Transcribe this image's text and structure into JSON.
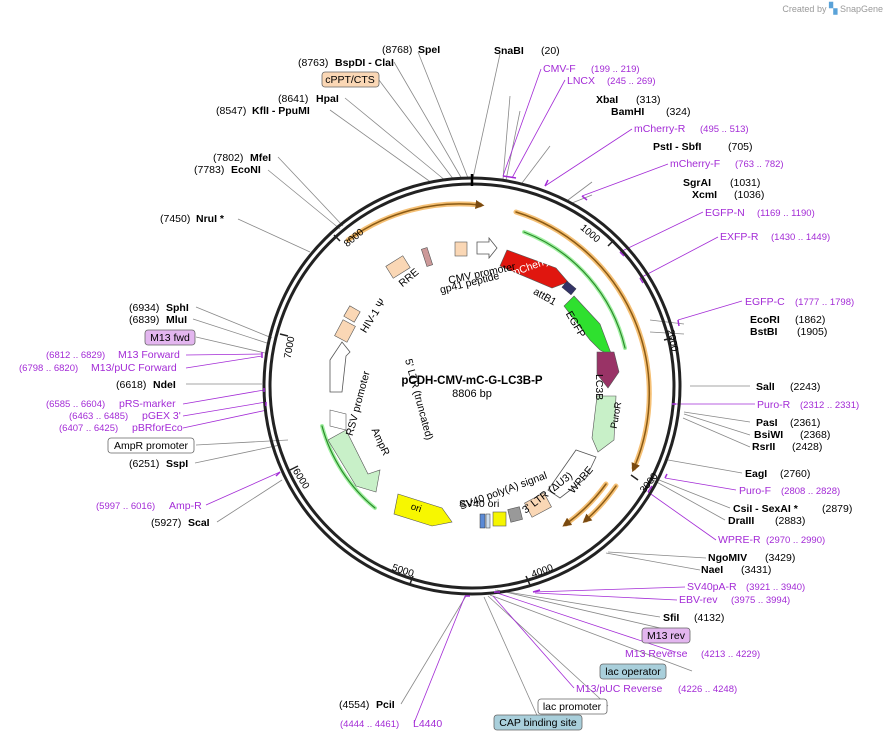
{
  "branding": {
    "created_by": "Created by",
    "app": "SnapGene"
  },
  "map": {
    "name": "pCDH-CMV-mC-G-LC3B-P",
    "length": "8806 bp",
    "ticks": [
      "1000",
      "2000",
      "3000",
      "4000",
      "5000",
      "6000",
      "7000",
      "8000"
    ]
  },
  "sites_right": [
    {
      "n": "SnaBI",
      "p": "(20)"
    },
    {
      "n": "XbaI",
      "p": "(313)"
    },
    {
      "n": "BamHI",
      "p": "(324)"
    },
    {
      "n": "PstI  -  SbfI",
      "p": "(705)"
    },
    {
      "n": "SgrAI",
      "p": "(1031)"
    },
    {
      "n": "XcmI",
      "p": "(1036)"
    },
    {
      "n": "EcoRI",
      "p": "(1862)"
    },
    {
      "n": "BstBI",
      "p": "(1905)"
    },
    {
      "n": "SalI",
      "p": "(2243)"
    },
    {
      "n": "PasI",
      "p": "(2361)"
    },
    {
      "n": "BsiWI",
      "p": "(2368)"
    },
    {
      "n": "RsrII",
      "p": "(2428)"
    },
    {
      "n": "EagI",
      "p": "(2760)"
    },
    {
      "n": "CsiI  -  SexAI *",
      "p": "(2879)"
    },
    {
      "n": "DraIII",
      "p": "(2883)"
    },
    {
      "n": "NgoMIV",
      "p": "(3429)"
    },
    {
      "n": "NaeI",
      "p": "(3431)"
    },
    {
      "n": "SfiI",
      "p": "(4132)"
    }
  ],
  "sites_left": [
    {
      "n": "SpeI",
      "p": "(8768)"
    },
    {
      "n": "BspDI  -  ClaI",
      "p": "(8763)"
    },
    {
      "n": "HpaI",
      "p": "(8641)"
    },
    {
      "n": "KflI  -  PpuMI",
      "p": "(8547)"
    },
    {
      "n": "MfeI",
      "p": "(7802)"
    },
    {
      "n": "EcoNI",
      "p": "(7783)"
    },
    {
      "n": "NruI *",
      "p": "(7450)"
    },
    {
      "n": "SphI",
      "p": "(6934)"
    },
    {
      "n": "MluI",
      "p": "(6839)"
    },
    {
      "n": "NdeI",
      "p": "(6618)"
    },
    {
      "n": "SspI",
      "p": "(6251)"
    },
    {
      "n": "ScaI",
      "p": "(5927)"
    },
    {
      "n": "PciI",
      "p": "(4554)"
    }
  ],
  "primers_right": [
    {
      "n": "CMV-F",
      "p": "(199 .. 219)"
    },
    {
      "n": "LNCX",
      "p": "(245 .. 269)"
    },
    {
      "n": "mCherry-R",
      "p": "(495 .. 513)"
    },
    {
      "n": "mCherry-F",
      "p": "(763 .. 782)"
    },
    {
      "n": "EGFP-N",
      "p": "(1169 .. 1190)"
    },
    {
      "n": "EXFP-R",
      "p": "(1430 .. 1449)"
    },
    {
      "n": "EGFP-C",
      "p": "(1777 .. 1798)"
    },
    {
      "n": "Puro-R",
      "p": "(2312 .. 2331)"
    },
    {
      "n": "Puro-F",
      "p": "(2808 .. 2828)"
    },
    {
      "n": "WPRE-R",
      "p": "(2970 .. 2990)"
    },
    {
      "n": "SV40pA-R",
      "p": "(3921 .. 3940)"
    },
    {
      "n": "EBV-rev",
      "p": "(3975 .. 3994)"
    },
    {
      "n": "M13 Reverse",
      "p": "(4213 .. 4229)"
    },
    {
      "n": "M13/pUC Reverse",
      "p": "(4226 .. 4248)"
    }
  ],
  "primers_left": [
    {
      "n": "M13 Forward",
      "p": "(6812 .. 6829)"
    },
    {
      "n": "M13/pUC Forward",
      "p": "(6798 .. 6820)"
    },
    {
      "n": "pRS-marker",
      "p": "(6585 .. 6604)"
    },
    {
      "n": "pGEX 3'",
      "p": "(6463 .. 6485)"
    },
    {
      "n": "pBRforEco",
      "p": "(6407 .. 6425)"
    },
    {
      "n": "Amp-R",
      "p": "(5997 .. 6016)"
    },
    {
      "n": "L4440",
      "p": "(4444 .. 4461)"
    }
  ],
  "boxed_labels": {
    "cppt": "cPPT/CTS",
    "m13fwd": "M13 fwd",
    "amp_promoter": "AmpR promoter",
    "m13rev": "M13 rev",
    "lac_operator": "lac operator",
    "lac_promoter": "lac promoter",
    "cap_site": "CAP binding site"
  },
  "features": {
    "mcherry": "mCherry",
    "egfp": "EGFP",
    "lc3b": "LC3B",
    "puror": "PuroR",
    "wpre": "WPRE",
    "ltr3": "3' LTR (ΔU3)",
    "sv40polya": "SV40 poly(A) signal",
    "sv40ori": "SV40 ori",
    "ori": "ori",
    "ampr": "AmpR",
    "ltr5": "5' LTR (truncated)",
    "rsv": "RSV promoter",
    "hiv": "HIV-1 Ψ",
    "rre": "RRE",
    "gp41": "gp41 peptide",
    "cmv": "CMV promoter",
    "attb1": "attB1"
  },
  "colors": {
    "mcherry": "#e0160f",
    "egfp": "#2fe02f",
    "lc3b": "#993366",
    "puror": "#c8f0c8",
    "ori": "#f7f700",
    "orf_arc": "#f0a030",
    "primer": "#a32bd6",
    "backbone": "#222222"
  }
}
